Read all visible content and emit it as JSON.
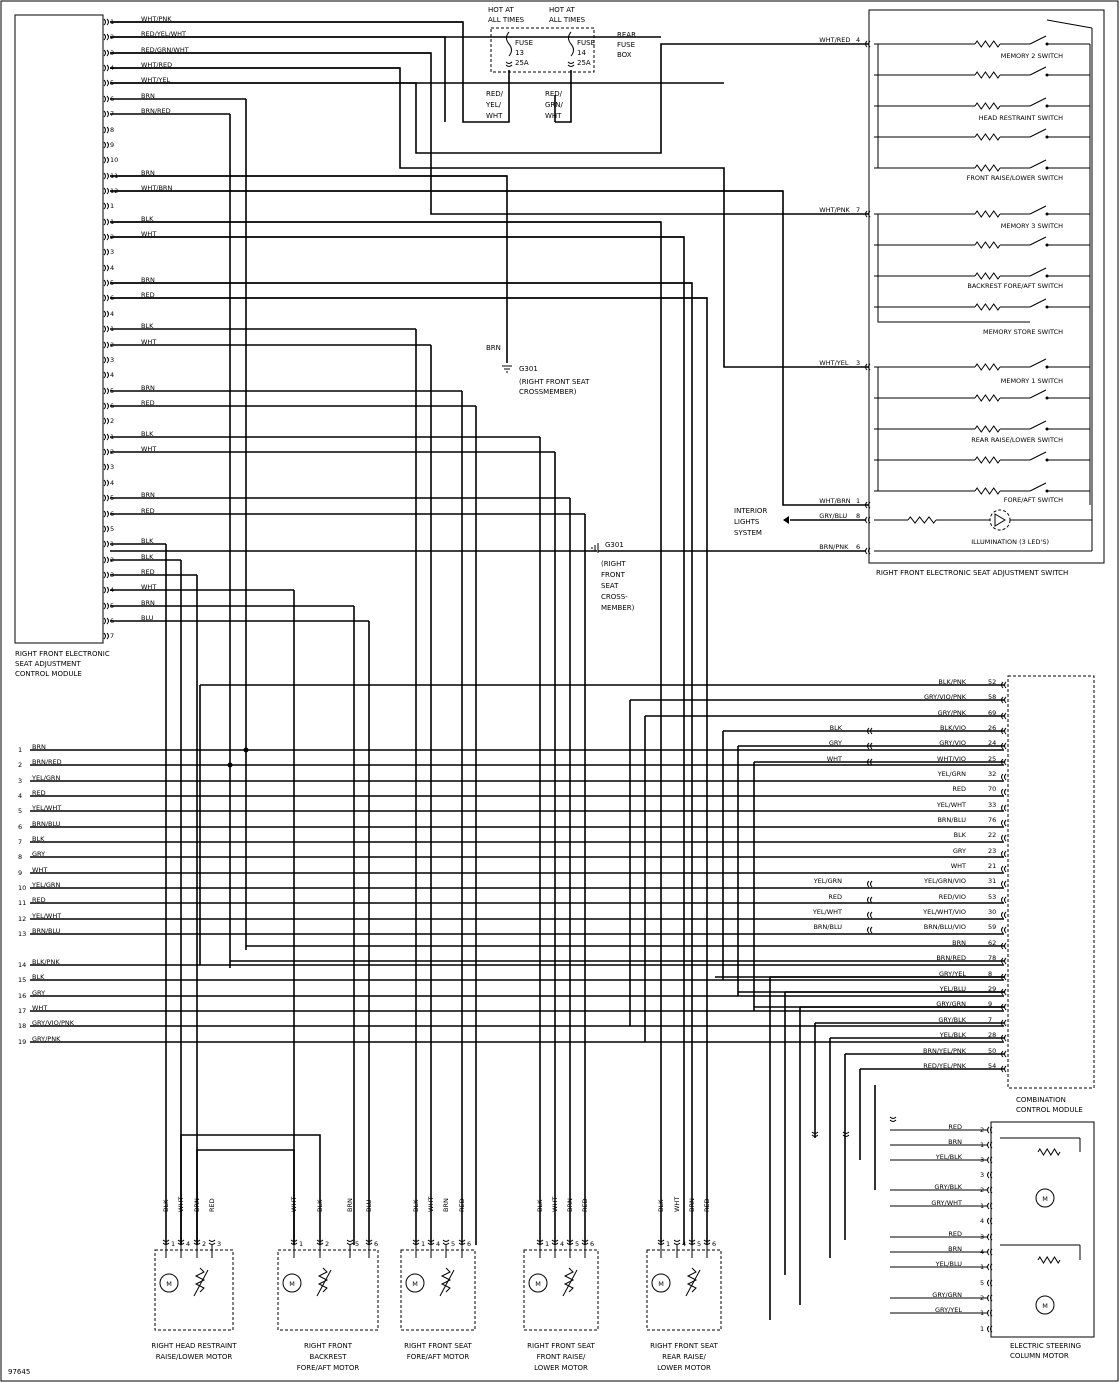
{
  "figure_id": "97645",
  "fuses": {
    "left": {
      "hot": "HOT AT\nALL TIMES",
      "name": "FUSE",
      "num": "13",
      "amp": "25A"
    },
    "right": {
      "hot": "HOT AT\nALL TIMES",
      "name": "FUSE",
      "num": "14",
      "amp": "25A"
    },
    "box": "REAR\nFUSE\nBOX",
    "left_wire": "RED/\nYEL/\nWHT",
    "right_wire": "RED/\nGRN/\nWHT"
  },
  "ground1": {
    "wire": "BRN",
    "name": "G301",
    "desc": "(RIGHT FRONT SEAT\nCROSSMEMBER)"
  },
  "ground2": {
    "name": "G301",
    "desc": "(RIGHT\nFRONT\nSEAT\nCROSS-\nMEMBER)"
  },
  "module_left": {
    "title": "RIGHT FRONT ELECTRONIC\nSEAT ADJUSTMENT\nCONTROL MODULE",
    "pins": [
      {
        "n": "1",
        "w": "WHT/PNK"
      },
      {
        "n": "2",
        "w": "RED/YEL/WHT"
      },
      {
        "n": "3",
        "w": "RED/GRN/WHT"
      },
      {
        "n": "4",
        "w": "WHT/RED"
      },
      {
        "n": "5",
        "w": "WHT/YEL"
      },
      {
        "n": "6",
        "w": "BRN"
      },
      {
        "n": "7",
        "w": "BRN/RED"
      },
      {
        "n": "8",
        "w": ""
      },
      {
        "n": "9",
        "w": ""
      },
      {
        "n": "10",
        "w": ""
      },
      {
        "n": "11",
        "w": "BRN"
      },
      {
        "n": "12",
        "w": "WHT/BRN"
      },
      {
        "n": "1",
        "w": ""
      },
      {
        "n": "1",
        "w": "BLK"
      },
      {
        "n": "2",
        "w": "WHT"
      },
      {
        "n": "3",
        "w": ""
      },
      {
        "n": "4",
        "w": ""
      },
      {
        "n": "5",
        "w": "BRN"
      },
      {
        "n": "6",
        "w": "RED"
      },
      {
        "n": "4",
        "w": ""
      },
      {
        "n": "1",
        "w": "BLK"
      },
      {
        "n": "2",
        "w": "WHT"
      },
      {
        "n": "3",
        "w": ""
      },
      {
        "n": "4",
        "w": ""
      },
      {
        "n": "5",
        "w": "BRN"
      },
      {
        "n": "6",
        "w": "RED"
      },
      {
        "n": "2",
        "w": ""
      },
      {
        "n": "1",
        "w": "BLK"
      },
      {
        "n": "2",
        "w": "WHT"
      },
      {
        "n": "3",
        "w": ""
      },
      {
        "n": "4",
        "w": ""
      },
      {
        "n": "5",
        "w": "BRN"
      },
      {
        "n": "6",
        "w": "RED"
      },
      {
        "n": "5",
        "w": ""
      },
      {
        "n": "1",
        "w": "BLK"
      },
      {
        "n": "2",
        "w": "BLK"
      },
      {
        "n": "3",
        "w": "RED"
      },
      {
        "n": "4",
        "w": "WHT"
      },
      {
        "n": "5",
        "w": "BRN"
      },
      {
        "n": "6",
        "w": "BLU"
      },
      {
        "n": "7",
        "w": ""
      }
    ]
  },
  "switch": {
    "title": "RIGHT FRONT ELECTRONIC SEAT ADJUSTMENT SWITCH",
    "inputs": [
      {
        "w": "WHT/RED",
        "n": "4"
      },
      {
        "w": "WHT/PNK",
        "n": "7"
      },
      {
        "w": "WHT/YEL",
        "n": "3"
      },
      {
        "w": "WHT/BRN",
        "n": "1"
      },
      {
        "w": "GRY/BLU",
        "n": "8"
      },
      {
        "w": "BRN/PNK",
        "n": "6"
      }
    ],
    "switches": [
      "MEMORY 2 SWITCH",
      "HEAD RESTRAINT SWITCH",
      "FRONT RAISE/LOWER SWITCH",
      "MEMORY 3 SWITCH",
      "BACKREST FORE/AFT SWITCH",
      "MEMORY STORE SWITCH",
      "MEMORY 1 SWITCH",
      "REAR RAISE/LOWER SWITCH",
      "FORE/AFT SWITCH"
    ],
    "illumination": "ILLUMINATION (3 LED'S)",
    "interior": "INTERIOR\nLIGHTS\nSYSTEM"
  },
  "left_connector": [
    {
      "n": "1",
      "w": "BRN"
    },
    {
      "n": "2",
      "w": "BRN/RED"
    },
    {
      "n": "3",
      "w": "YEL/GRN"
    },
    {
      "n": "4",
      "w": "RED"
    },
    {
      "n": "5",
      "w": "YEL/WHT"
    },
    {
      "n": "6",
      "w": "BRN/BLU"
    },
    {
      "n": "7",
      "w": "BLK"
    },
    {
      "n": "8",
      "w": "GRY"
    },
    {
      "n": "9",
      "w": "WHT"
    },
    {
      "n": "10",
      "w": "YEL/GRN"
    },
    {
      "n": "11",
      "w": "RED"
    },
    {
      "n": "12",
      "w": "YEL/WHT"
    },
    {
      "n": "13",
      "w": "BRN/BLU"
    },
    {
      "n": "14",
      "w": "BLK/PNK"
    },
    {
      "n": "15",
      "w": "BLK"
    },
    {
      "n": "16",
      "w": "GRY"
    },
    {
      "n": "17",
      "w": "WHT"
    },
    {
      "n": "18",
      "w": "GRY/VIO/PNK"
    },
    {
      "n": "19",
      "w": "GRY/PNK"
    }
  ],
  "combo": {
    "title": "COMBINATION\nCONTROL MODULE",
    "pins": [
      {
        "w": "BLK/PNK",
        "n": "52"
      },
      {
        "w": "GRY/VIO/PNK",
        "n": "58"
      },
      {
        "w": "GRY/PNK",
        "n": "69"
      },
      {
        "w": "BLK/VIO",
        "n": "26",
        "ext": "BLK"
      },
      {
        "w": "GRY/VIO",
        "n": "24",
        "ext": "GRY"
      },
      {
        "w": "WHT/VIO",
        "n": "25",
        "ext": "WHT"
      },
      {
        "w": "YEL/GRN",
        "n": "32"
      },
      {
        "w": "RED",
        "n": "70"
      },
      {
        "w": "YEL/WHT",
        "n": "33"
      },
      {
        "w": "BRN/BLU",
        "n": "76"
      },
      {
        "w": "BLK",
        "n": "22"
      },
      {
        "w": "GRY",
        "n": "23"
      },
      {
        "w": "WHT",
        "n": "21"
      },
      {
        "w": "YEL/GRN/VIO",
        "n": "31",
        "ext": "YEL/GRN"
      },
      {
        "w": "RED/VIO",
        "n": "53",
        "ext": "RED"
      },
      {
        "w": "YEL/WHT/VIO",
        "n": "30",
        "ext": "YEL/WHT"
      },
      {
        "w": "BRN/BLU/VIO",
        "n": "59",
        "ext": "BRN/BLU"
      },
      {
        "w": "BRN",
        "n": "62"
      },
      {
        "w": "BRN/RED",
        "n": "78"
      },
      {
        "w": "GRY/YEL",
        "n": "8"
      },
      {
        "w": "YEL/BLU",
        "n": "29"
      },
      {
        "w": "GRY/GRN",
        "n": "9"
      },
      {
        "w": "GRY/BLK",
        "n": "7"
      },
      {
        "w": "YEL/BLK",
        "n": "28"
      },
      {
        "w": "BRN/YEL/PNK",
        "n": "50"
      },
      {
        "w": "RED/YEL/PNK",
        "n": "54"
      }
    ]
  },
  "steering": {
    "title": "ELECTRIC STEERING\nCOLUMN MOTOR",
    "pins": [
      {
        "w": "RED",
        "n": "2"
      },
      {
        "w": "BRN",
        "n": "1"
      },
      {
        "w": "YEL/BLK",
        "n": "3"
      },
      {
        "w": "",
        "n": "3"
      },
      {
        "w": "GRY/BLK",
        "n": "2"
      },
      {
        "w": "GRY/WHT",
        "n": "1"
      },
      {
        "w": "",
        "n": "4"
      },
      {
        "w": "RED",
        "n": "3"
      },
      {
        "w": "BRN",
        "n": "4"
      },
      {
        "w": "YEL/BLU",
        "n": "1"
      },
      {
        "w": "",
        "n": "5"
      },
      {
        "w": "GRY/GRN",
        "n": "2"
      },
      {
        "w": "GRY/YEL",
        "n": "1"
      },
      {
        "w": "",
        "n": "1"
      }
    ]
  },
  "motors": [
    {
      "title": "RIGHT HEAD RESTRAINT\nRAISE/LOWER MOTOR",
      "wires": [
        "BLK",
        "WHT",
        "BRN",
        "RED"
      ],
      "pins": [
        "1",
        "4",
        "2",
        "3"
      ]
    },
    {
      "title": "RIGHT FRONT\nBACKREST\nFORE/AFT MOTOR",
      "wires": [
        "WHT",
        "BLK",
        "BRN",
        "BLU"
      ],
      "pins": [
        "1",
        "2",
        "5",
        "6"
      ]
    },
    {
      "title": "RIGHT FRONT SEAT\nFORE/AFT MOTOR",
      "wires": [
        "BLK",
        "WHT",
        "BRN",
        "RED"
      ],
      "pins": [
        "1",
        "4",
        "5",
        "6"
      ]
    },
    {
      "title": "RIGHT FRONT SEAT\nFRONT RAISE/\nLOWER MOTOR",
      "wires": [
        "BLK",
        "WHT",
        "BRN",
        "RED"
      ],
      "pins": [
        "1",
        "4",
        "5",
        "6"
      ]
    },
    {
      "title": "RIGHT FRONT SEAT\nREAR RAISE/\nLOWER MOTOR",
      "wires": [
        "BLK",
        "WHT",
        "BRN",
        "RED"
      ],
      "pins": [
        "1",
        "4",
        "5",
        "6"
      ]
    }
  ]
}
